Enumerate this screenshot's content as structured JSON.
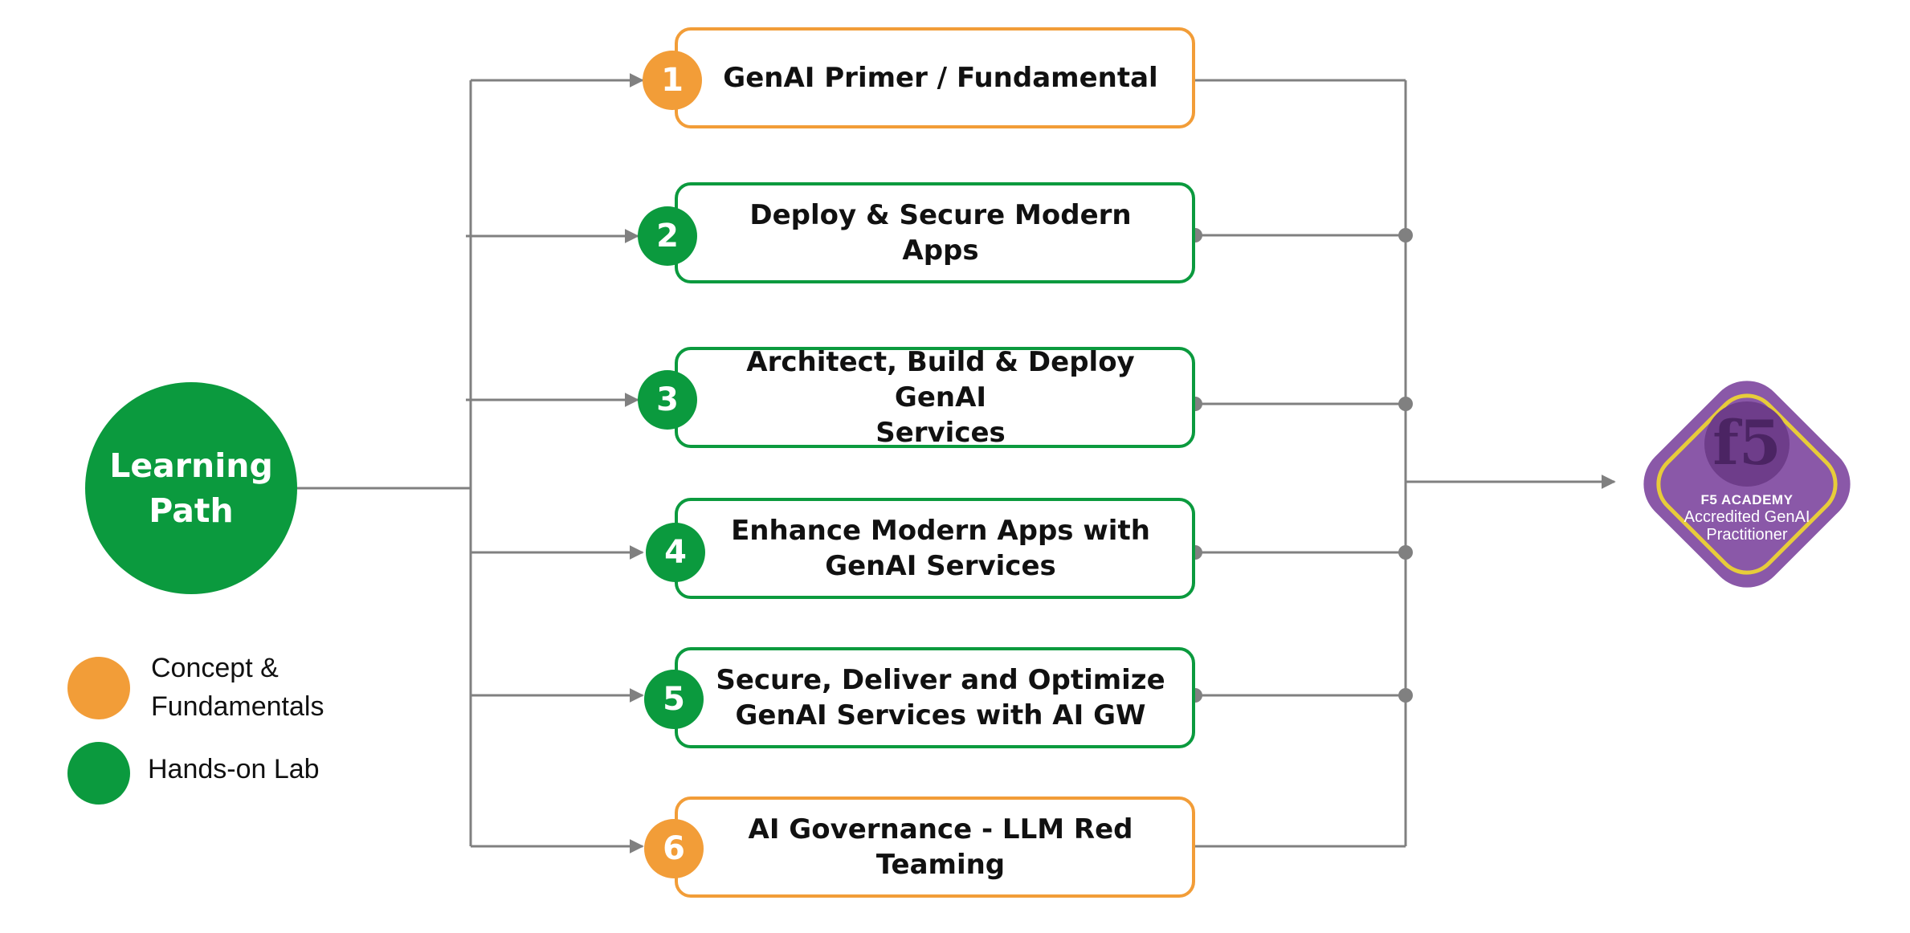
{
  "learning_path": {
    "line1": "Learning",
    "line2": "Path"
  },
  "modules": [
    {
      "number": "1",
      "line1": "GenAI Primer / Fundamental",
      "line2": "",
      "type": "concept"
    },
    {
      "number": "2",
      "line1": "Deploy & Secure Modern Apps",
      "line2": "",
      "type": "lab"
    },
    {
      "number": "3",
      "line1": "Architect, Build & Deploy GenAI",
      "line2": "Services",
      "type": "lab"
    },
    {
      "number": "4",
      "line1": "Enhance Modern Apps with",
      "line2": "GenAI Services",
      "type": "lab"
    },
    {
      "number": "5",
      "line1": "Secure, Deliver and Optimize",
      "line2": "GenAI Services with AI GW",
      "type": "lab"
    },
    {
      "number": "6",
      "line1": "AI Governance - LLM Red",
      "line2": "Teaming",
      "type": "concept"
    }
  ],
  "legend": {
    "concept_line1": "Concept &",
    "concept_line2": "Fundamentals",
    "lab": "Hands-on Lab"
  },
  "badge": {
    "logo": "f5",
    "line1": "F5 ACADEMY",
    "line2": "Accredited GenAI",
    "line3": "Practitioner"
  },
  "colors": {
    "concept": "#f29d38",
    "lab": "#0b9a3e",
    "connector": "#808080",
    "badge_purple": "#8a58a8",
    "badge_ring": "#e7cc3a"
  }
}
